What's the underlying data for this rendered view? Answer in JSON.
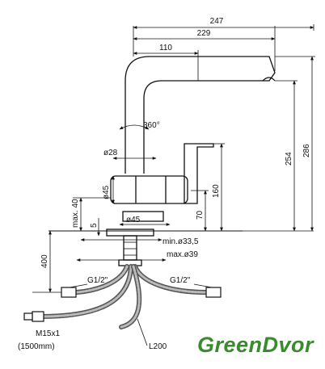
{
  "drawing": {
    "dimensions": {
      "total_reach": "247",
      "spout_reach": "229",
      "lever_reach": "110",
      "rotation": "360°",
      "spout_diameter": "ø28",
      "body_diameter": "ø45",
      "base_diameter": "ø45",
      "max_deck": "max. 40",
      "base_height": "5",
      "lever_height": "160",
      "body_height": "70",
      "spout_height": "254",
      "total_height": "286",
      "hole_min": "min.ø33,5",
      "hole_max": "max.ø39",
      "hose_depth": "400",
      "hose_thread_left": "G1/2\"",
      "hose_thread_right": "G1/2\"",
      "spray_thread": "M15x1",
      "spray_length": "(1500mm)",
      "hose_length": "L200"
    },
    "brand": {
      "name": "GreenDvor",
      "color": "#3a8a2e"
    }
  }
}
